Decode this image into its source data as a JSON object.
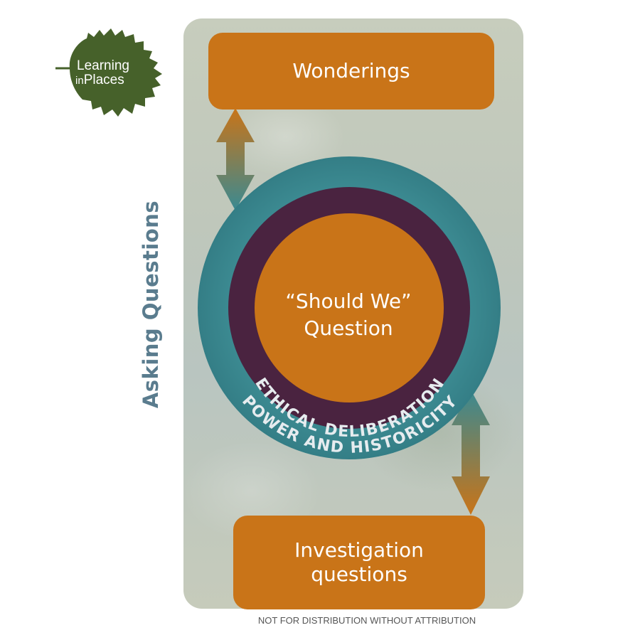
{
  "logo": {
    "line1": "Learning",
    "line2_small": "in",
    "line2_main": "Places"
  },
  "side_label": "Asking Questions",
  "top_box": {
    "label": "Wonderings"
  },
  "center": {
    "line1": "“Should We”",
    "line2": "Question"
  },
  "inner_ring_label": "ETHICAL DELIBERATION",
  "outer_ring_label": "POWER AND HISTORICITY",
  "bottom_box": {
    "line1": "Investigation",
    "line2": "questions"
  },
  "footer": "NOT FOR DISTRIBUTION WITHOUT ATTRIBUTION",
  "colors": {
    "orange": "#c97418",
    "teal": "#3a8a92",
    "purple": "#4a2340",
    "leaf": "#46612a",
    "label_blue": "#5a7c8e"
  },
  "icons": [
    "leaf-logo",
    "double-arrow-top",
    "double-arrow-bottom"
  ]
}
